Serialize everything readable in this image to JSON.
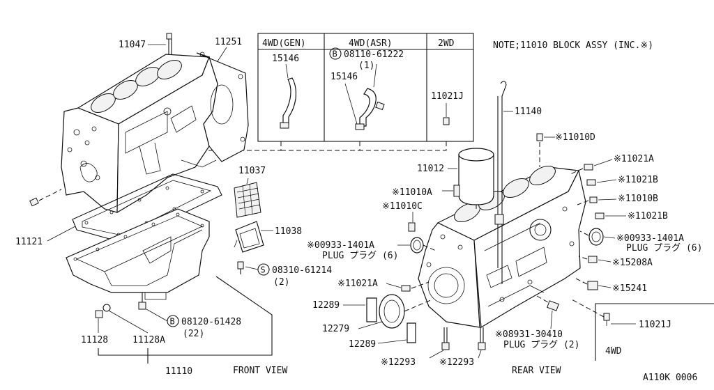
{
  "note": "NOTE;11010 BLOCK ASSY (INC.※)",
  "variant_box": {
    "col_4wd_gen": {
      "header": "4WD(GEN)",
      "part": "15146"
    },
    "col_4wd_asr": {
      "header": "4WD(ASR)",
      "bolt_circle": "B",
      "bolt_part": "08110-61222",
      "bolt_qty": "(1)",
      "part": "15146"
    },
    "col_2wd": {
      "header": "2WD",
      "part": "11021J"
    }
  },
  "front_view": {
    "caption": "FRONT VIEW",
    "labels": {
      "p11047": "11047",
      "p11251": "11251",
      "p11037": "11037",
      "p11038": "11038",
      "p11121": "11121",
      "screw_circle": "S",
      "screw_part": "08310-61214",
      "screw_qty": "(2)",
      "bolt_circle": "B",
      "bolt_part": "08120-61428",
      "bolt_qty": "(22)",
      "p11128": "11128",
      "p11128a": "11128A",
      "p11110": "11110"
    }
  },
  "rear_view": {
    "caption": "REAR VIEW",
    "labels": {
      "p11140": "11140",
      "p11010d": "※11010D",
      "p11021a_top": "※11021A",
      "p11021b_1": "※11021B",
      "p11010b": "※11010B",
      "p11021b_2": "※11021B",
      "p00933_right": "※00933-1401A",
      "plug_right": "PLUG プラグ (6)",
      "p15208a": "※15208A",
      "p15241": "※15241",
      "p11012": "11012",
      "p11010a": "※11010A",
      "p11010c": "※11010C",
      "p00933_left": "※00933-1401A",
      "plug_left": "PLUG プラグ (6)",
      "p11021a_side": "※11021A",
      "p12289_top": "12289",
      "p12279": "12279",
      "p12289_bottom": "12289",
      "p12293_left": "※12293",
      "p12293_right": "※12293",
      "p08931": "※08931-30410",
      "plug_bottom": "PLUG プラグ (2)"
    }
  },
  "inset_4wd": {
    "part": "11021J",
    "label": "4WD"
  },
  "figure_code": "A110K 0006"
}
